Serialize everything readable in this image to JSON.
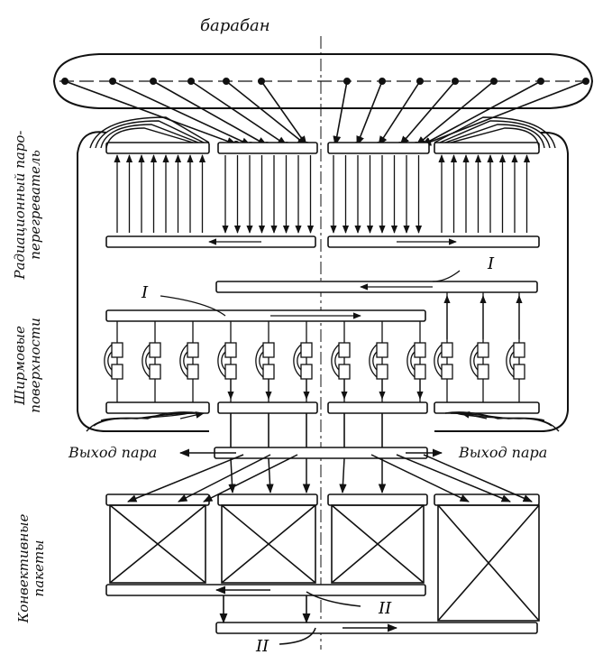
{
  "title": "барабан",
  "sections": {
    "radiation": [
      "Радиационный паро-",
      "перегреватель"
    ],
    "screen": [
      "Ширмовые",
      "поверхности"
    ],
    "convective": [
      "Конвективные",
      "пакеты"
    ]
  },
  "outlets": {
    "left": "Выход пара",
    "right": "Выход пара"
  },
  "markers": {
    "one_a": "I",
    "one_b": "I",
    "two_a": "II",
    "two_b": "II"
  },
  "colors": {
    "ink": "#111111"
  }
}
